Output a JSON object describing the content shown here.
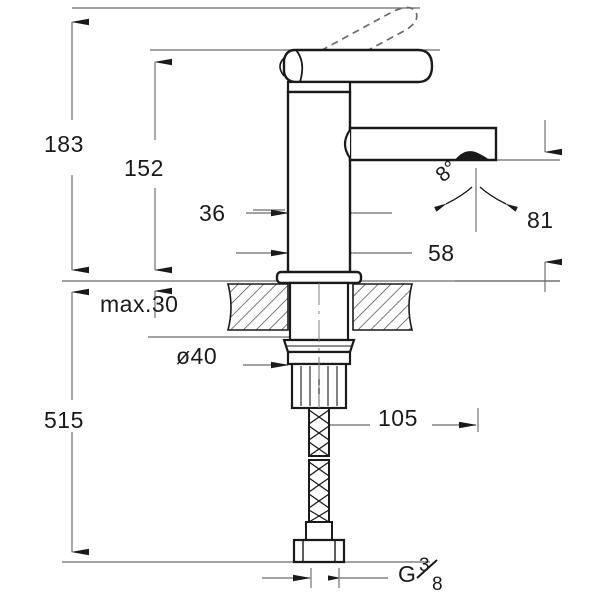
{
  "drawing": {
    "title": "Single-lever basin mixer dimensional drawing",
    "units": "mm",
    "line_color": "#1a1a1a",
    "dim_line_color": "#6b6b6b",
    "hatch_color": "#3a3a3a"
  },
  "dimensions": {
    "overall_height": "183",
    "spout_height": "152",
    "body_diameter": "36",
    "spout_reach": "58",
    "aerator_drop": "81",
    "deck_thickness": "max.30",
    "mount_diameter": "ø40",
    "total_length": "515",
    "shank_to_hose": "105",
    "thread": "G3⁄8",
    "swivel_angle": "8°"
  },
  "labels": {
    "h183": "183",
    "h152": "152",
    "d36": "36",
    "r58": "58",
    "h81": "81",
    "deck": "max.30",
    "dia40": "ø40",
    "h515": "515",
    "l105": "105",
    "thread_g": "G",
    "thread_num": "3",
    "thread_den": "8",
    "angle": "8°"
  }
}
